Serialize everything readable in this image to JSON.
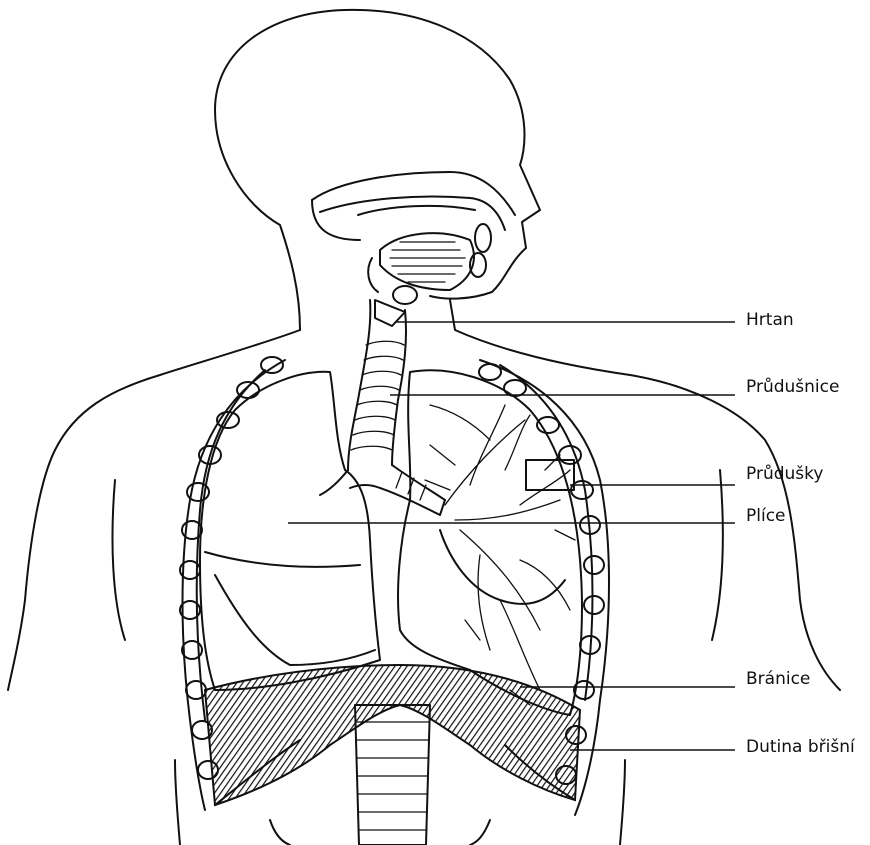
{
  "labels": {
    "hrtan": "Hrtan",
    "prudusnice": "Průdušnice",
    "prudusky": "Průdušky",
    "plice": "Plíce",
    "branice": "Bránice",
    "dutina_brisni": "Dutina břišní"
  },
  "colors": {
    "ink": "#111111",
    "background": "#ffffff",
    "muscle": "#222222"
  }
}
